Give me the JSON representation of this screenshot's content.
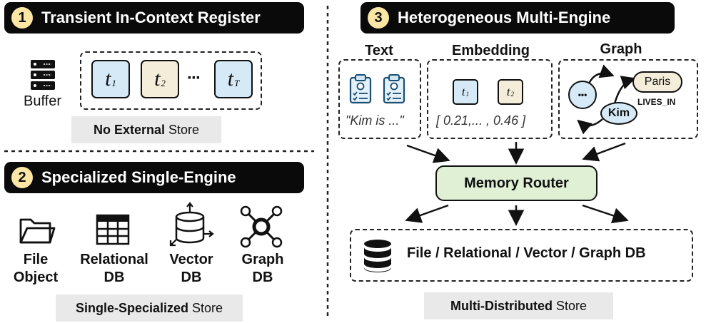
{
  "section1": {
    "number": "1",
    "title": "Transient In-Context Register",
    "buffer_label": "Buffer",
    "tokens": [
      {
        "base": "t",
        "sub": "1"
      },
      {
        "base": "t",
        "sub": "2"
      },
      {
        "base": "t",
        "sub": "T"
      }
    ],
    "ellipsis": "···",
    "store_bold": "No External",
    "store_rest": "Store"
  },
  "section2": {
    "number": "2",
    "title": "Specialized Single-Engine",
    "items": [
      {
        "line1": "File",
        "line2": "Object",
        "icon": "folder-icon"
      },
      {
        "line1": "Relational",
        "line2": "DB",
        "icon": "table-grid-icon"
      },
      {
        "line1": "Vector",
        "line2": "DB",
        "icon": "database-axes-icon"
      },
      {
        "line1": "Graph",
        "line2": "DB",
        "icon": "graph-network-icon"
      }
    ],
    "store_bold": "Single-Specialized",
    "store_rest": "Store"
  },
  "section3": {
    "number": "3",
    "title": "Heterogeneous Multi-Engine",
    "text_label": "Text",
    "text_example": "\"Kim is ...\"",
    "embedding_label": "Embedding",
    "embedding_tokens": [
      {
        "base": "t",
        "sub": "1"
      },
      {
        "base": "t",
        "sub": "2"
      }
    ],
    "embedding_example": "[ 0.21,... , 0.46 ]",
    "graph_label": "Graph",
    "graph_nodes": {
      "ellipsis": "•••",
      "kim": "Kim",
      "paris": "Paris"
    },
    "graph_edge": "LIVES_IN",
    "router": "Memory Router",
    "db_label": "File / Relational / Vector / Graph DB",
    "store_bold": "Multi-Distributed",
    "store_rest": "Store"
  },
  "colors": {
    "header_bg": "#0a0a0a",
    "number_badge": "#fbe6a5",
    "token_blue": "#d5e9f6",
    "token_cream": "#f3edd9",
    "router_green": "#dff0d5",
    "store_pill": "#e9e9e9"
  }
}
